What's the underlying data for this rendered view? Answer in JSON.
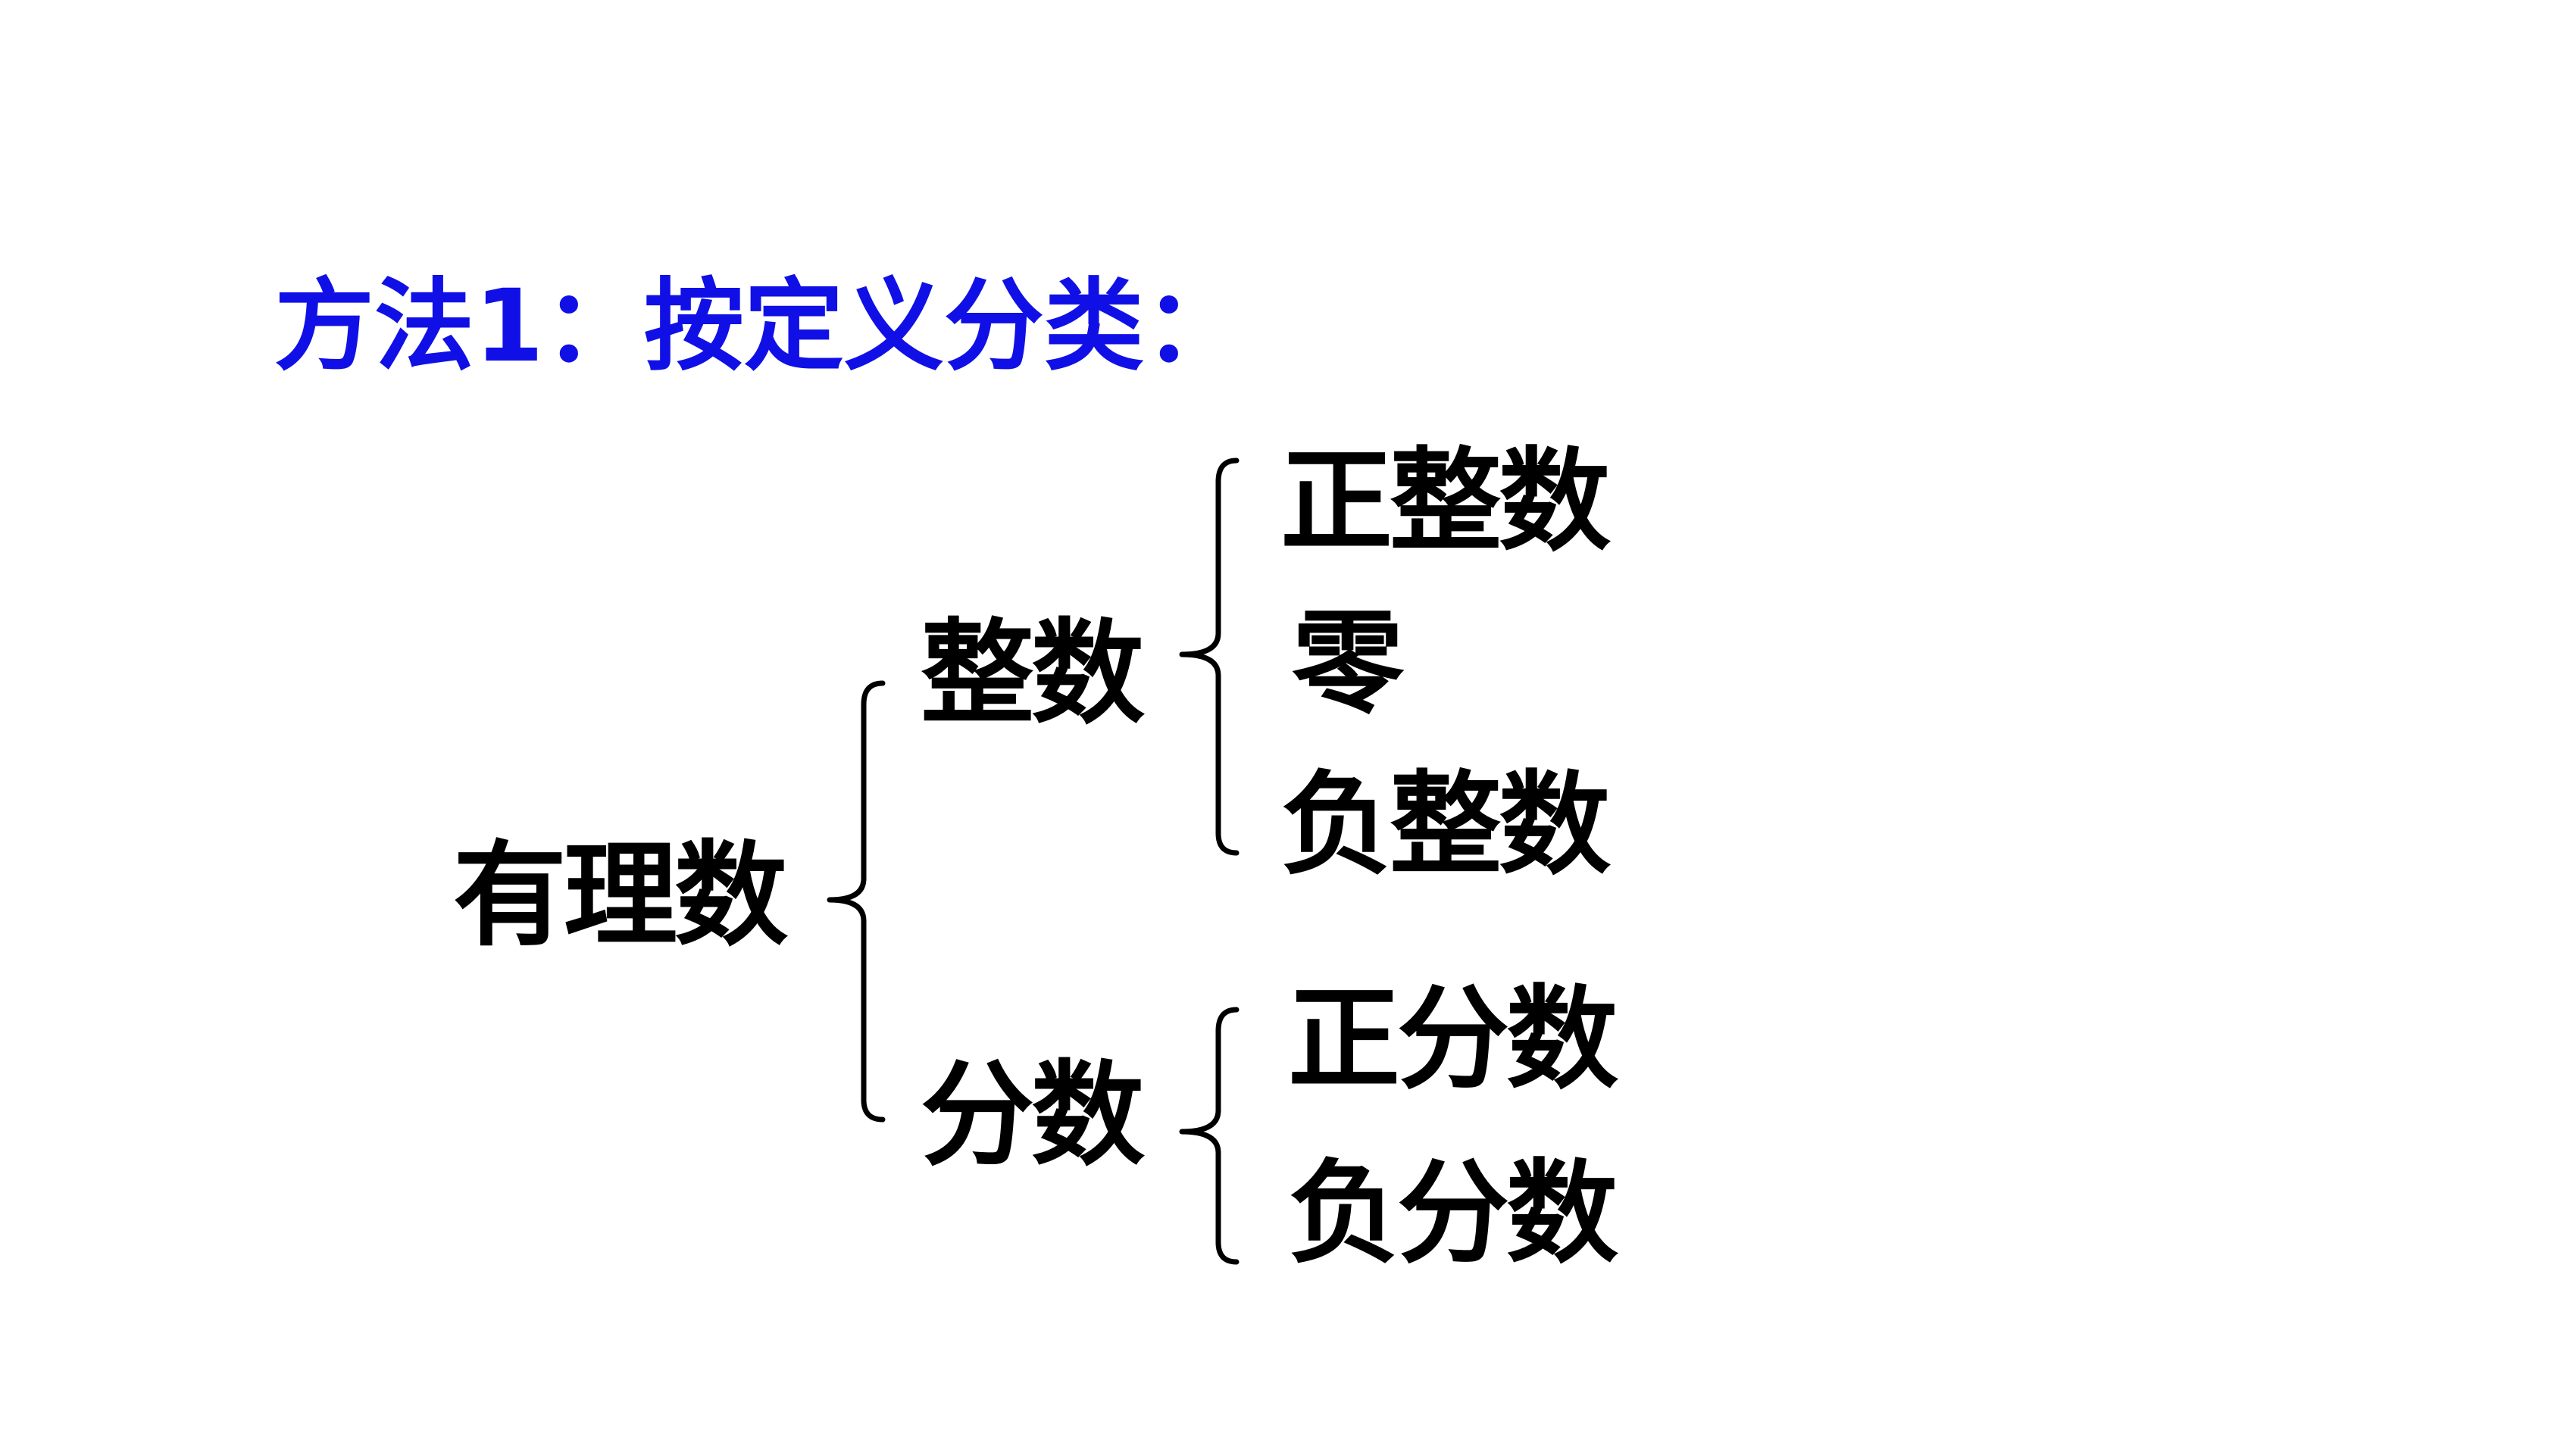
{
  "heading": "方法1：按定义分类：",
  "tree": {
    "root": "有理数",
    "integer": {
      "label": "整数",
      "children": [
        "正整数",
        "零",
        "负整数"
      ]
    },
    "fraction": {
      "label": "分数",
      "children": [
        "正分数",
        "负分数"
      ]
    }
  },
  "colors": {
    "heading": "#1010e6",
    "text": "#000000",
    "background": "#ffffff"
  }
}
